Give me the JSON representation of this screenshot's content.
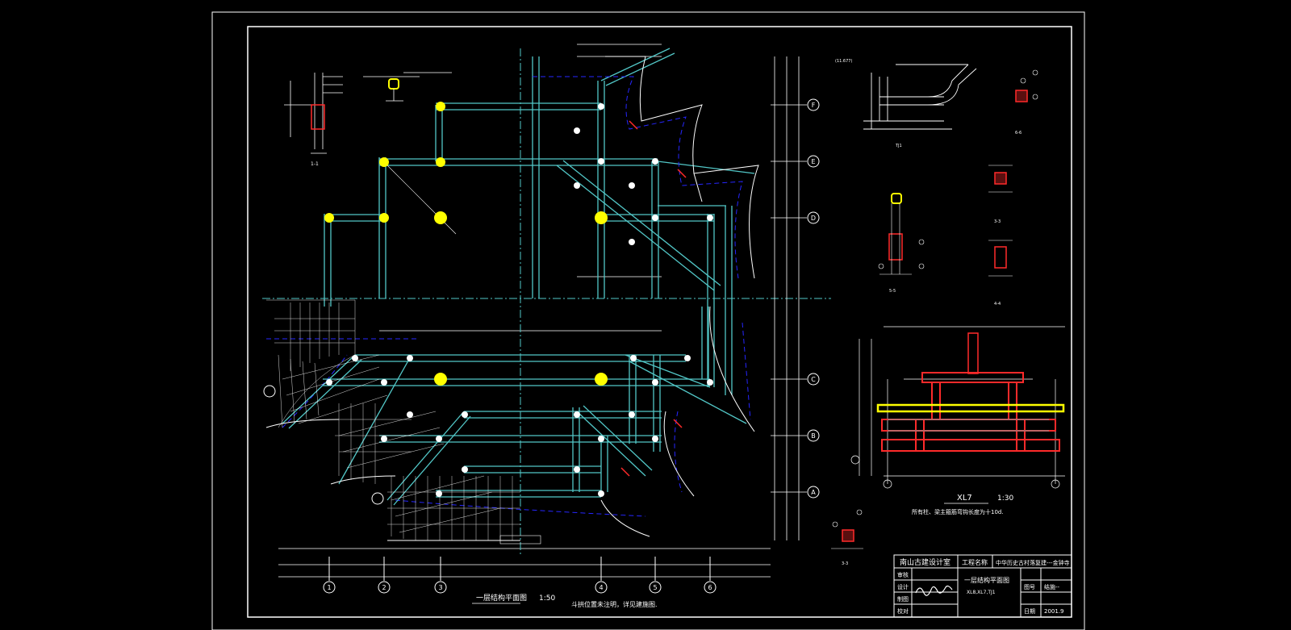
{
  "colors": {
    "background": "#000000",
    "frame": "#ffffff",
    "beam": "#52c7c7",
    "column": "#ffff00",
    "section_red": "#ff2a2a",
    "dashed": "#2626ff"
  },
  "grid_axes": {
    "numbers": [
      "1",
      "2",
      "3",
      "4",
      "5",
      "6"
    ],
    "letters": [
      "F",
      "E",
      "D",
      "C",
      "B",
      "A"
    ]
  },
  "plan": {
    "title": "一层结构平面图",
    "scale": "1:50",
    "note": "斗拱位置未注明，详见建施图."
  },
  "section": {
    "title": "XL7",
    "scale": "1:30",
    "note": "所有柱、梁主箍筋弯钩长度为十10d."
  },
  "small_sections": [
    "1-1",
    "3-3",
    "4-4",
    "5-5",
    "6-6"
  ],
  "title_block": {
    "designer_org": "南山古建设计室",
    "project_label": "工程名称",
    "project": "中华历史古村落复建---金钟寺",
    "drawing_title": "一层结构平面图",
    "drawing_sub": "XL8,XL7,TJ1",
    "review": "审核",
    "design": "设计",
    "draw": "制图",
    "check": "校对",
    "drawing_no_label": "图号",
    "drawing_no": "结施--",
    "date_label": "日期",
    "date": "2001.9"
  }
}
